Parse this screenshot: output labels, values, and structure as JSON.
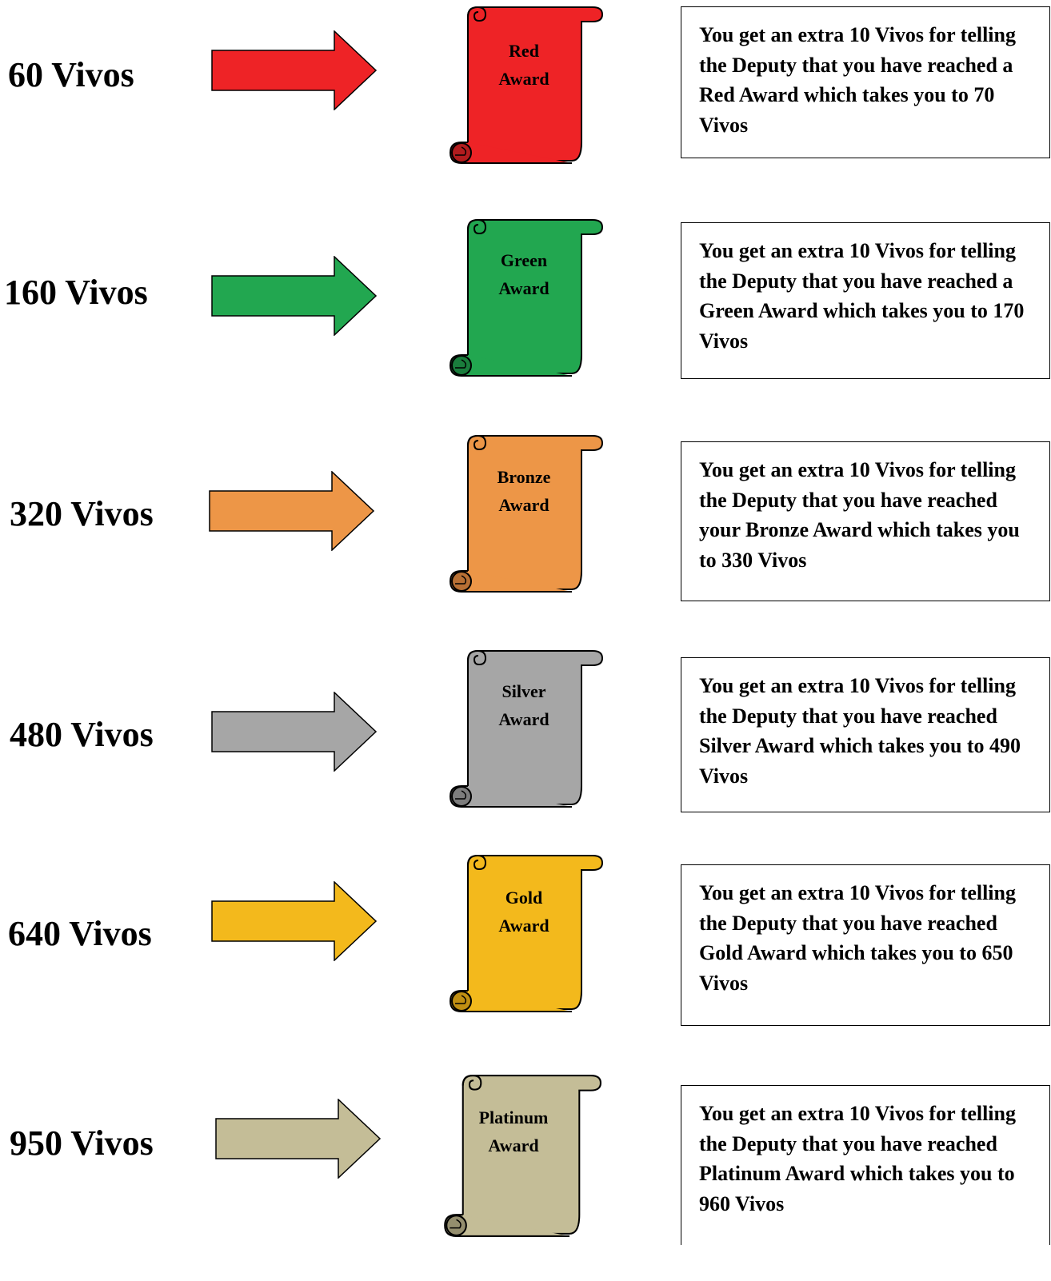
{
  "awards": [
    {
      "points": "60 Vivos",
      "title_line1": "Red",
      "title_line2": "Award",
      "color": "#ee2326",
      "shade": "#b31c1e",
      "description": "You get an extra 10 Vivos for telling the Deputy that you have reached a Red Award which takes you to 70 Vivos"
    },
    {
      "points": "160 Vivos",
      "title_line1": "Green",
      "title_line2": "Award",
      "color": "#22a750",
      "shade": "#1a7d3c",
      "description": "You get an extra 10 Vivos for telling the Deputy that you have reached a Green Award which takes you to 170 Vivos"
    },
    {
      "points": "320 Vivos",
      "title_line1": "Bronze",
      "title_line2": "Award",
      "color": "#ed9647",
      "shade": "#b87034",
      "description": "You get an extra 10 Vivos for telling the Deputy that you have reached your Bronze Award which takes you to 330 Vivos"
    },
    {
      "points": "480 Vivos",
      "title_line1": "Silver",
      "title_line2": "Award",
      "color": "#a6a6a6",
      "shade": "#7d7d7d",
      "description": "You get an extra 10 Vivos for telling the Deputy that you have reached Silver Award which takes you to 490 Vivos"
    },
    {
      "points": "640 Vivos",
      "title_line1": "Gold",
      "title_line2": "Award",
      "color": "#f3b91c",
      "shade": "#c08f12",
      "description": "You get an extra 10 Vivos for telling the Deputy that you have reached Gold Award which takes you to 650 Vivos"
    },
    {
      "points": "950 Vivos",
      "title_line1": "Platinum",
      "title_line2": "Award",
      "color": "#c4bd97",
      "shade": "#948e6e",
      "description": "You get an extra 10 Vivos for telling the Deputy that you have reached Platinum Award which takes you to 960 Vivos"
    }
  ]
}
